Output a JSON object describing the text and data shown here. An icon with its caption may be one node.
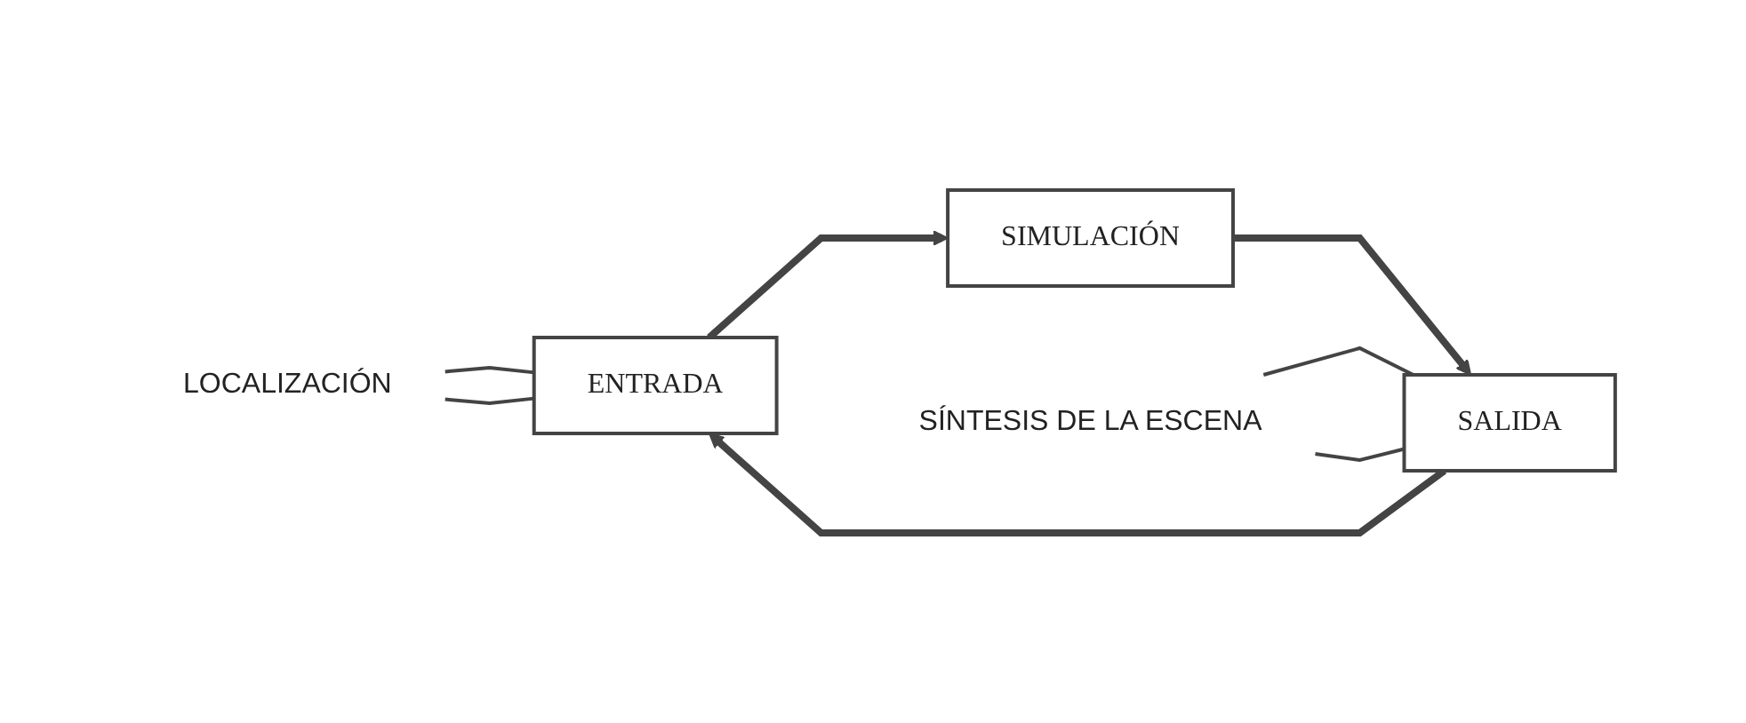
{
  "diagram": {
    "nodes": [
      {
        "text": [
          "LOCALIZACIÓN"
        ]
      },
      {
        "text": [
          "ENTRADA"
        ]
      },
      {
        "text": [
          "SIMULACIÓN"
        ]
      },
      {
        "text": [
          "SALIDA"
        ]
      },
      {
        "text": [
          "SÍNTESIS DE LA ESCENA"
        ]
      }
    ],
    "edges": [
      {
        "from": 0,
        "to": 1,
        "arrow": "none"
      },
      {
        "from": 0,
        "to": 1,
        "arrow": "none"
      },
      {
        "from": 1,
        "to": 2,
        "arrow": "to",
        "style": "thick"
      },
      {
        "from": 2,
        "to": 3,
        "arrow": "to",
        "style": "thick"
      },
      {
        "from": 3,
        "to": 1,
        "arrow": "to",
        "style": "thick"
      },
      {
        "from": 4,
        "to": 3,
        "arrow": "none"
      },
      {
        "from": 4,
        "to": 3,
        "arrow": "none"
      }
    ]
  }
}
